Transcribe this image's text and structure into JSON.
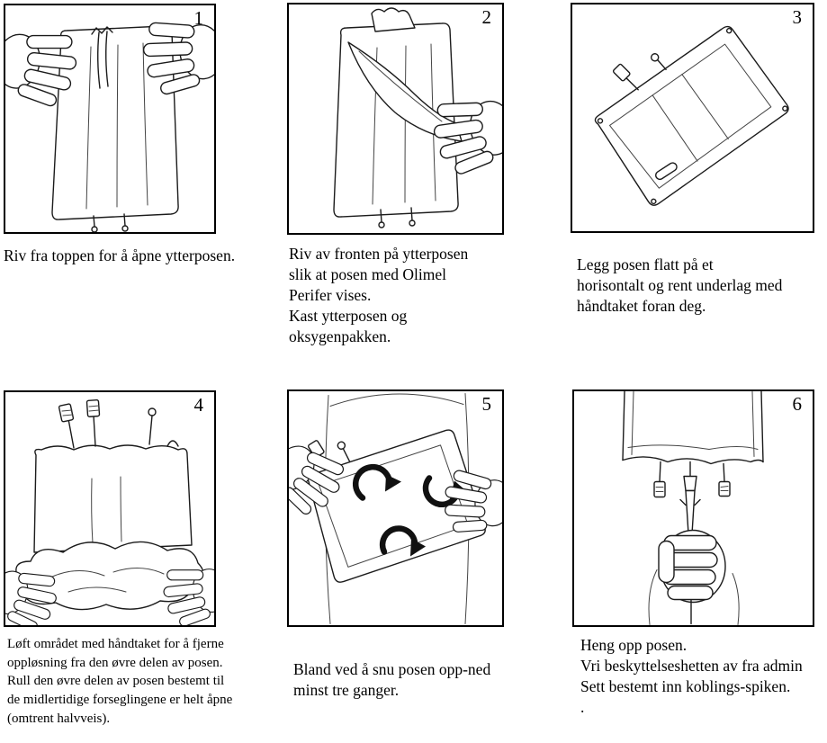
{
  "panels": [
    {
      "number": "1",
      "caption": "Riv fra toppen for å åpne ytterposen."
    },
    {
      "number": "2",
      "caption": "Riv av fronten på ytterposen\nslik at posen med Olimel\nPerifer vises.\nKast ytterposen og\noksygenpakken."
    },
    {
      "number": "3",
      "caption": "Legg posen flatt på et\nhorisontalt og rent underlag med\nhåndtaket foran deg."
    },
    {
      "number": "4",
      "caption": "Løft området med håndtaket for å fjerne\noppløsning fra den øvre delen av posen.\nRull den øvre delen av posen bestemt til\nde midlertidige forseglingene er helt åpne\n(omtrent halvveis)."
    },
    {
      "number": "5",
      "caption": "Bland ved å snu posen opp-ned\nminst tre ganger."
    },
    {
      "number": "6",
      "caption": "Heng opp posen.\nVri beskyttelseshetten av fra admin\nSett bestemt inn koblings-spiken.\n."
    }
  ]
}
